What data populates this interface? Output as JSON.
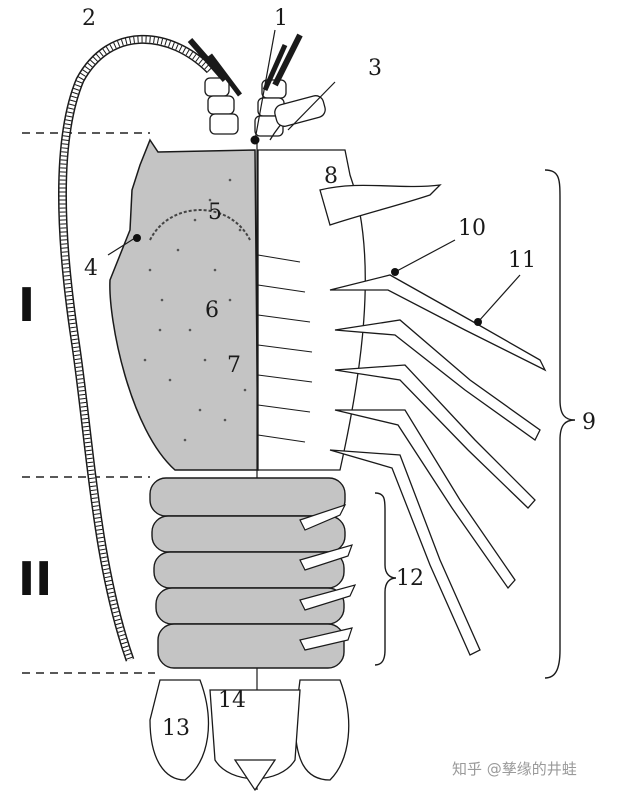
{
  "figure": {
    "colors": {
      "shade": "#c4c4c4",
      "ink": "#1a1a1a",
      "watermark": "#9a9a9a"
    },
    "section_labels": [
      "I",
      "II"
    ],
    "callouts": [
      "1",
      "2",
      "3",
      "4",
      "5",
      "6",
      "7",
      "8",
      "9",
      "10",
      "11",
      "12",
      "13",
      "14"
    ],
    "watermark": "知乎 @孳缘的井蛙"
  }
}
